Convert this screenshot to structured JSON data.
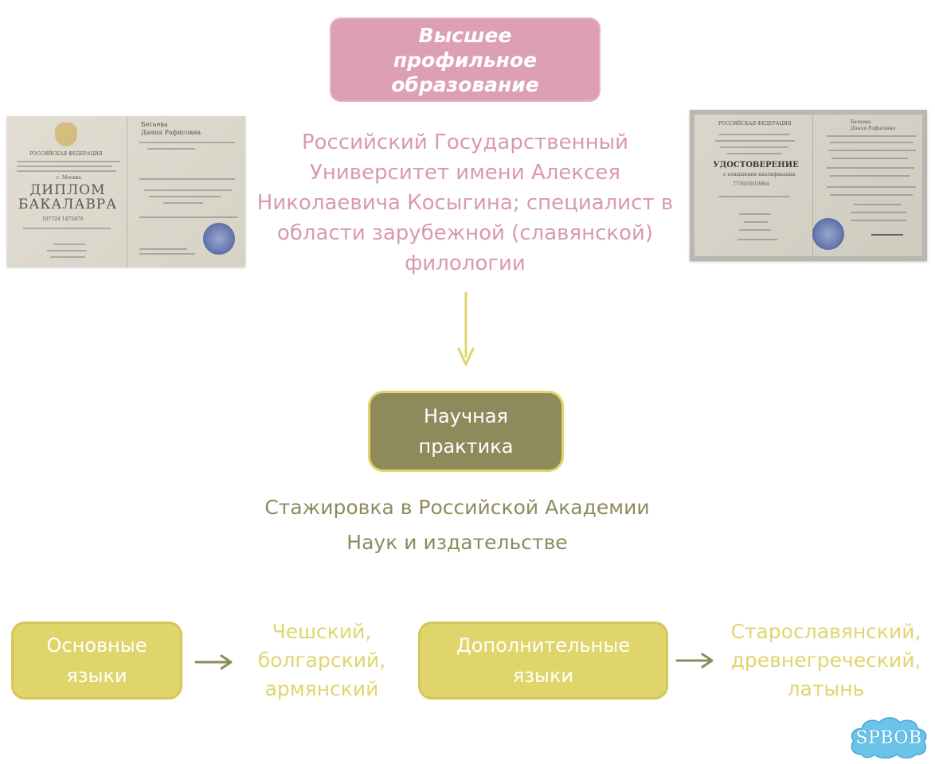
{
  "top_box": {
    "text": "Высшее\nпрофильное\nобразование"
  },
  "university": {
    "text": "Российский Государственный\nУниверситет имени Алексея\nНиколаевича Косыгина; специалист в\nобласти зарубежной (славянской)\nфилологии"
  },
  "practice_box": {
    "text": "Научная\nпрактика"
  },
  "internship": {
    "text": "Стажировка в Российской Академии\nНаук и издательстве"
  },
  "main_langs_box": {
    "text": "Основные\nязыки"
  },
  "main_langs": {
    "text": "Чешский,\nболгарский,\nармянский"
  },
  "extra_langs_box": {
    "text": "Дополнительные\nязыки"
  },
  "extra_langs": {
    "text": "Старославянский,\nдревнегреческий,\nлатынь"
  },
  "diploma_left": {
    "title": "ДИПЛОМ\nБАКАЛАВРА",
    "country": "РОССИЙСКАЯ ФЕДЕРАЦИЯ",
    "name": "Бегаева\nДания Рафисовна",
    "number": "107724 1472876",
    "city": "г. Москва"
  },
  "diploma_right": {
    "country": "РОССИЙСКАЯ ФЕДЕРАЦИЯ",
    "title": "УДОСТОВЕРЕНИЕ",
    "subtitle": "о повышении квалификации",
    "number": "773633819864",
    "name": "Бегаева\nДания Рафисовна"
  },
  "logo": {
    "text": "SPBOB"
  },
  "colors": {
    "pink": "#dd9fb4",
    "pink_text": "#d999b0",
    "olive": "#8f8a5c",
    "yellow": "#e0d56a",
    "logo_blue": "#6cc3ea"
  }
}
